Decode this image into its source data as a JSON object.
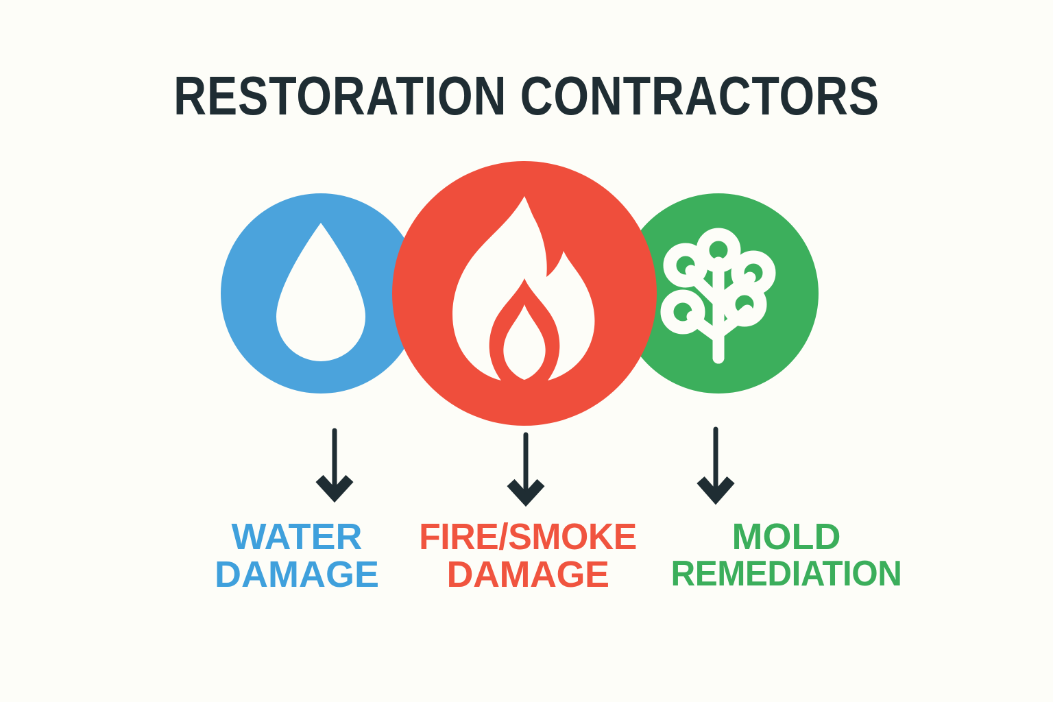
{
  "background_color": "#FDFDF8",
  "title": {
    "text": "RESTORATION CONTRACTORS",
    "color": "#1F2D33"
  },
  "services": [
    {
      "id": "water",
      "icon_name": "water-drop-icon",
      "circle_color": "#4BA3DC",
      "icon_color": "#FDFDF8",
      "label_color": "#3FA0DC",
      "label_line_1": "WATER",
      "label_line_2": "DAMAGE",
      "arrow_color": "#1F2D33"
    },
    {
      "id": "fire",
      "icon_name": "flame-icon",
      "circle_color": "#EF4E3C",
      "icon_color": "#FDFDF8",
      "label_color": "#F0543F",
      "label_line_1": "FIRE/SMOKE",
      "label_line_2": "DAMAGE",
      "arrow_color": "#1F2D33"
    },
    {
      "id": "mold",
      "icon_name": "mold-spore-icon",
      "circle_color": "#3CAF5C",
      "icon_color": "#FDFDF8",
      "label_color": "#3BAE5B",
      "label_line_1": "MOLD",
      "label_line_2": "REMEDIATION",
      "arrow_color": "#1F2D33"
    }
  ]
}
